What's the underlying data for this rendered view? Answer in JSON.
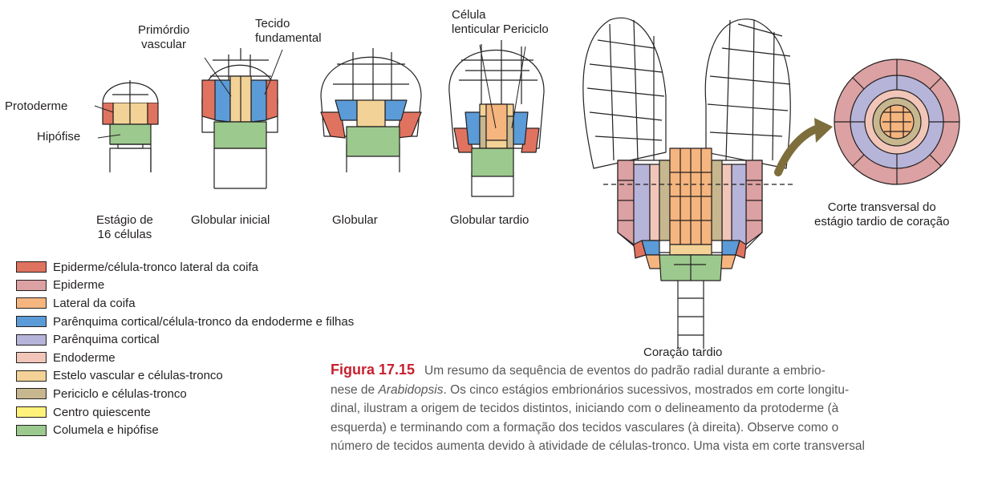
{
  "labels": {
    "primordio_vascular": [
      "Primórdio",
      "vascular"
    ],
    "tecido_fundamental": [
      "Tecido",
      "fundamental"
    ],
    "celula_lenticular": [
      "Célula",
      "lenticular"
    ],
    "periciclo": "Periciclo",
    "protoderme": "Protoderme",
    "hipofise": "Hipófise",
    "corte_transversal": [
      "Corte transversal do",
      "estágio tardio de coração"
    ]
  },
  "stages": {
    "s16": [
      "Estágio de",
      "16 células"
    ],
    "globular_inicial": "Globular inicial",
    "globular": "Globular",
    "globular_tardio": "Globular tardio",
    "coracao_tardio": "Coração tardio"
  },
  "legend": [
    {
      "label": "Epiderme/célula-tronco lateral da coifa",
      "color": "#e0735f"
    },
    {
      "label": "Epiderme",
      "color": "#dca1a2"
    },
    {
      "label": "Lateral da coifa",
      "color": "#f5b57e"
    },
    {
      "label": "Parênquima cortical/célula-tronco da endoderme e filhas",
      "color": "#5b9bd7"
    },
    {
      "label": "Parênquima cortical",
      "color": "#b6b4d8"
    },
    {
      "label": "Endoderme",
      "color": "#f1c6b9"
    },
    {
      "label": "Estelo vascular e células-tronco",
      "color": "#f2d296"
    },
    {
      "label": "Periciclo e células-tronco",
      "color": "#c7b78f"
    },
    {
      "label": "Centro quiescente",
      "color": "#fff27a"
    },
    {
      "label": "Columela e hipófise",
      "color": "#9cc98d"
    }
  ],
  "caption": {
    "number": "Figura 17.15",
    "lines": [
      "Um resumo da sequência de eventos do padrão radial durante a embrio-",
      "nese de |Arabidopsis|. Os cinco estágios embrionários sucessivos, mostrados em corte longitu-",
      "dinal, ilustram a origem de tecidos distintos, iniciando com o delineamento da protoderme (à",
      "esquerda) e terminando com a formação dos tecidos vasculares (à direita). Observe como o",
      "número de tecidos aumenta devido à atividade de células-tronco. Uma vista em corte transversal"
    ]
  }
}
